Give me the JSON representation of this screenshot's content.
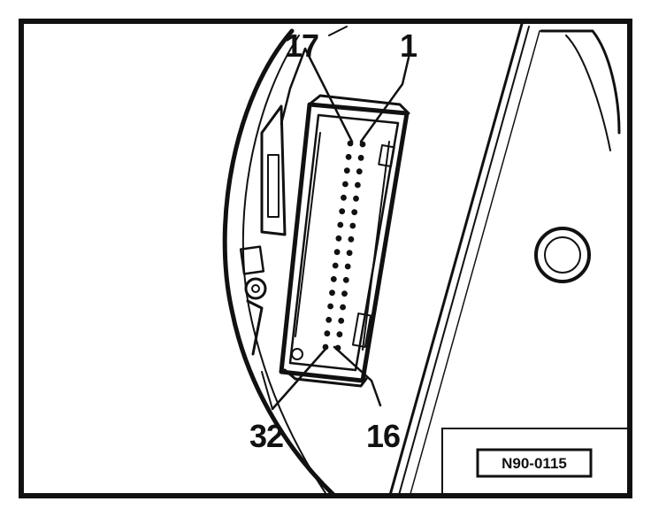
{
  "figure": {
    "reference_code": "N90-0115",
    "callouts": [
      {
        "id": "pin-17",
        "label": "17"
      },
      {
        "id": "pin-1",
        "label": "1"
      },
      {
        "id": "pin-32",
        "label": "32"
      },
      {
        "id": "pin-16",
        "label": "16"
      }
    ]
  }
}
